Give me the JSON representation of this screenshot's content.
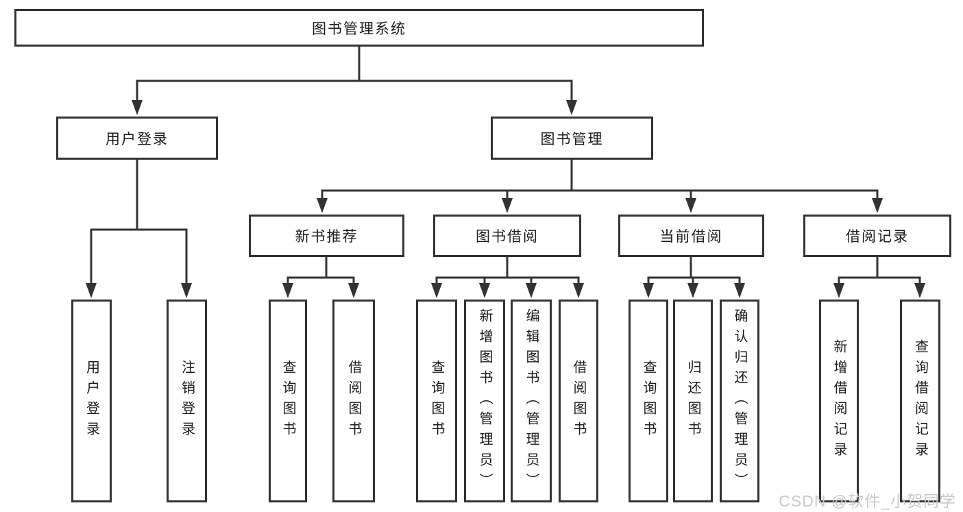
{
  "colors": {
    "background": "#ffffff",
    "line": "#333333",
    "box_border": "#333333",
    "text": "#1b1b1b",
    "watermark": "#c9c9c9"
  },
  "watermark": {
    "text": "CSDN @软件_小贺同学"
  },
  "tree": {
    "root": {
      "label": "图书管理系统"
    },
    "branches": [
      {
        "label": "用户登录",
        "children": [
          {
            "label": "用户登录"
          },
          {
            "label": "注销登录"
          }
        ]
      },
      {
        "label": "图书管理",
        "children": [
          {
            "label": "新书推荐",
            "children": [
              {
                "label": "查询图书"
              },
              {
                "label": "借阅图书"
              }
            ]
          },
          {
            "label": "图书借阅",
            "children": [
              {
                "label": "查询图书"
              },
              {
                "label": "新增图书（管理员）"
              },
              {
                "label": "编辑图书（管理员）"
              },
              {
                "label": "借阅图书"
              }
            ]
          },
          {
            "label": "当前借阅",
            "children": [
              {
                "label": "查询图书"
              },
              {
                "label": "归还图书"
              },
              {
                "label": "确认归还（管理员）"
              }
            ]
          },
          {
            "label": "借阅记录",
            "children": [
              {
                "label": "新增借阅记录"
              },
              {
                "label": "查询借阅记录"
              }
            ]
          }
        ]
      }
    ]
  }
}
